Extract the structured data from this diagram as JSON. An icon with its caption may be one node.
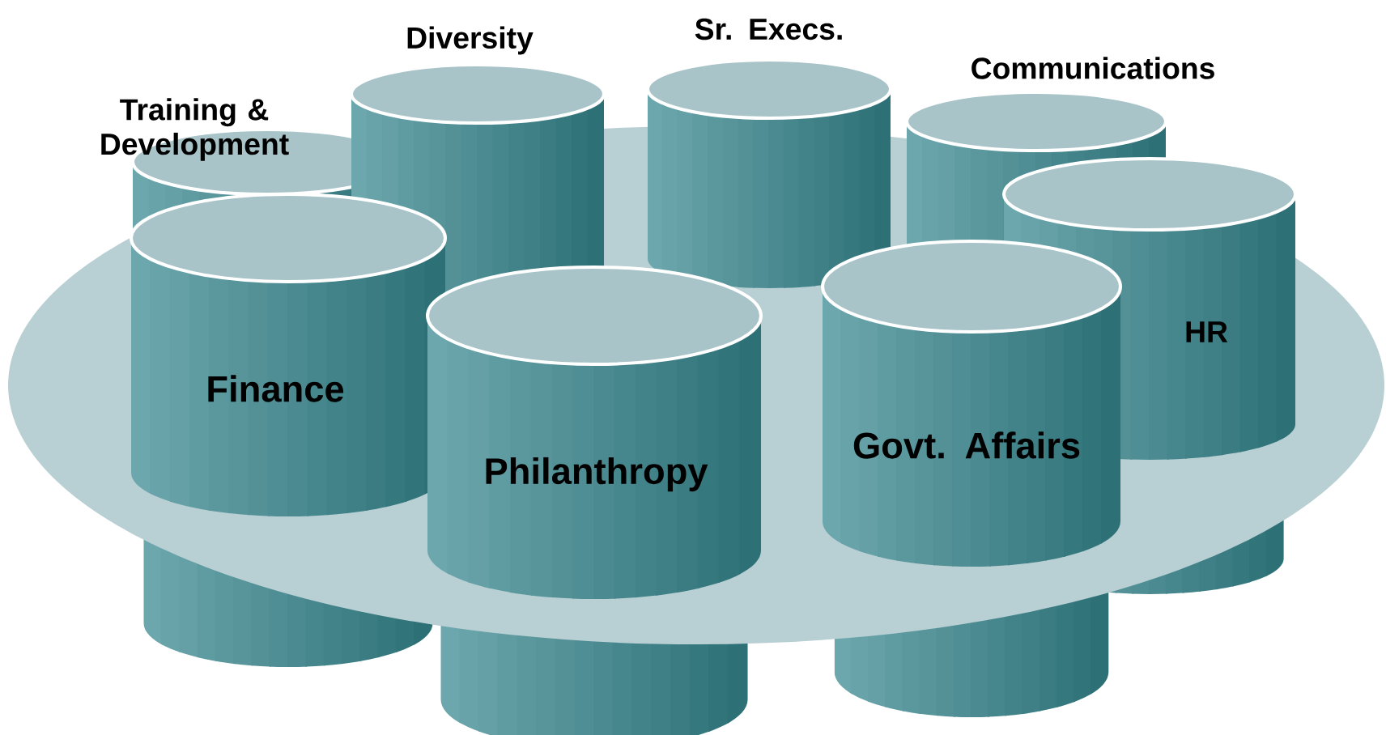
{
  "diagram": {
    "nodes": [
      {
        "text": [
          "Training & Development"
        ]
      },
      {
        "text": [
          "Diversity"
        ]
      },
      {
        "text": [
          "Sr. Execs."
        ]
      },
      {
        "text": [
          "Communications"
        ]
      },
      {
        "text": [
          "HR"
        ]
      },
      {
        "text": [
          "Finance"
        ]
      },
      {
        "text": [
          "Philanthropy"
        ]
      },
      {
        "text": [
          "Govt. Affairs"
        ]
      }
    ]
  }
}
